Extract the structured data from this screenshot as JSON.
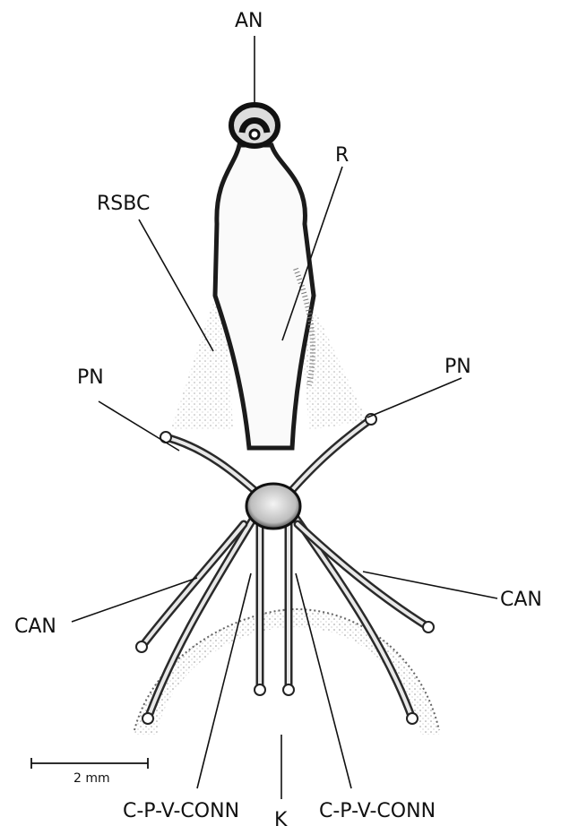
{
  "labels": {
    "an": "AN",
    "r": "R",
    "rsbc": "RSBC",
    "pn_left": "PN",
    "pn_right": "PN",
    "can_left": "CAN",
    "can_right": "CAN",
    "cpv_left": "C-P-V-CONN",
    "cpv_right": "C-P-V-CONN",
    "k": "K"
  },
  "scale_bar": {
    "label": "2 mm"
  }
}
